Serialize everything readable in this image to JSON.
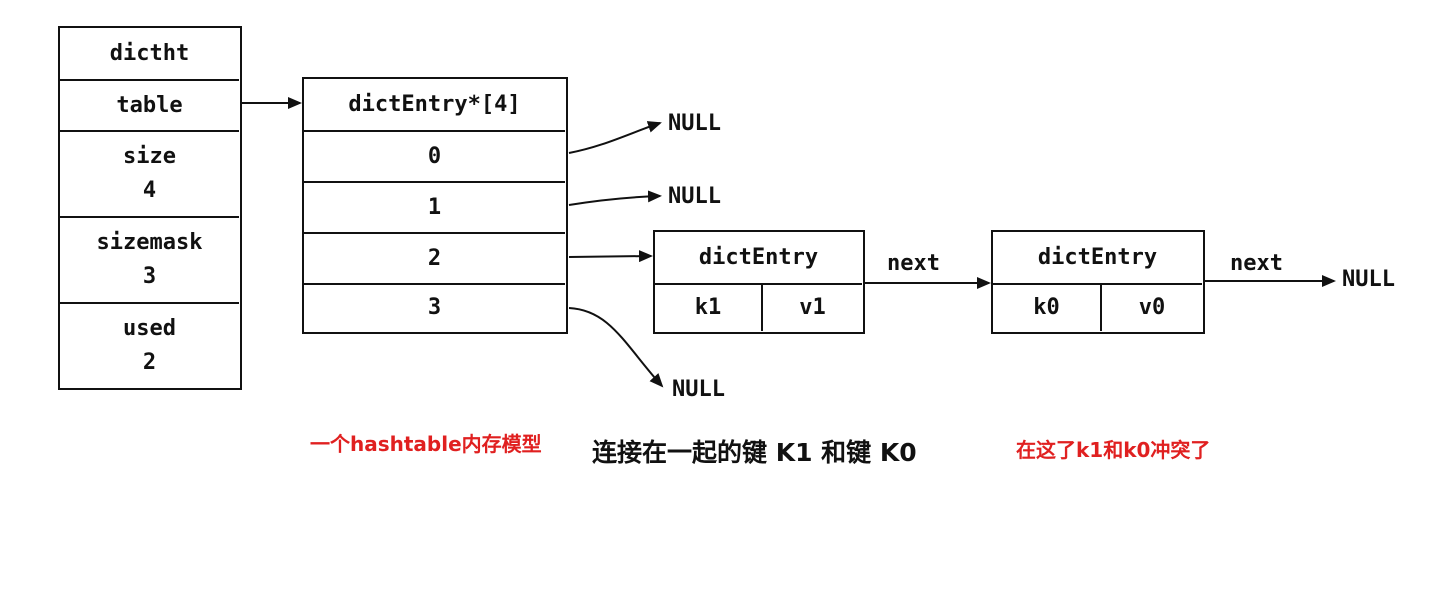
{
  "dictht": {
    "title": "dictht",
    "table_label": "table",
    "size_label": "size",
    "size_value": "4",
    "sizemask_label": "sizemask",
    "sizemask_value": "3",
    "used_label": "used",
    "used_value": "2"
  },
  "bucket_array": {
    "title": "dictEntry*[4]",
    "slots": [
      "0",
      "1",
      "2",
      "3"
    ]
  },
  "entry_k1": {
    "title": "dictEntry",
    "key": "k1",
    "value": "v1"
  },
  "entry_k0": {
    "title": "dictEntry",
    "key": "k0",
    "value": "v0"
  },
  "labels": {
    "next_1": "next",
    "next_2": "next",
    "null_0": "NULL",
    "null_1": "NULL",
    "null_3": "NULL",
    "null_end": "NULL"
  },
  "caption": "连接在一起的键 K1 和键 K0",
  "annotations": {
    "model_note": "一个hashtable内存模型",
    "conflict_note": "在这了k1和k0冲突了"
  },
  "colors": {
    "annotation": "#e02020",
    "line": "#111111"
  }
}
